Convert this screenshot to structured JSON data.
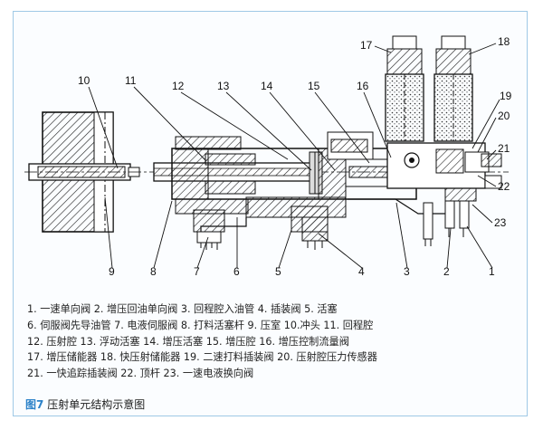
{
  "callouts": [
    "1",
    "2",
    "3",
    "4",
    "5",
    "6",
    "7",
    "8",
    "9",
    "10",
    "11",
    "12",
    "13",
    "14",
    "15",
    "16",
    "17",
    "18",
    "19",
    "20",
    "21",
    "22",
    "23"
  ],
  "legend_rows": [
    "1. 一速单向阀  2. 增压回油单向阀  3. 回程腔入油管  4. 插装阀  5. 活塞",
    "6. 伺服阀先导油管  7. 电液伺服阀  8. 打料活塞杆 9. 压室  10.冲头  11. 回程腔",
    "12. 压射腔  13. 浮动活塞  14. 增压活塞  15. 增压腔  16. 增压控制流量阀",
    "17. 增压储能器  18. 快压射储能器  19. 二速打料插装阀  20. 压射腔压力传感器",
    "21. 一快追踪插装阀  22. 顶杆  23. 一速电液换向阀"
  ],
  "caption": {
    "figure_label": "图7",
    "title": "压射单元结构示意图"
  },
  "colors": {
    "frame_border": "#9fc9e6",
    "caption_accent": "#2c82c9",
    "ink": "#111111"
  }
}
